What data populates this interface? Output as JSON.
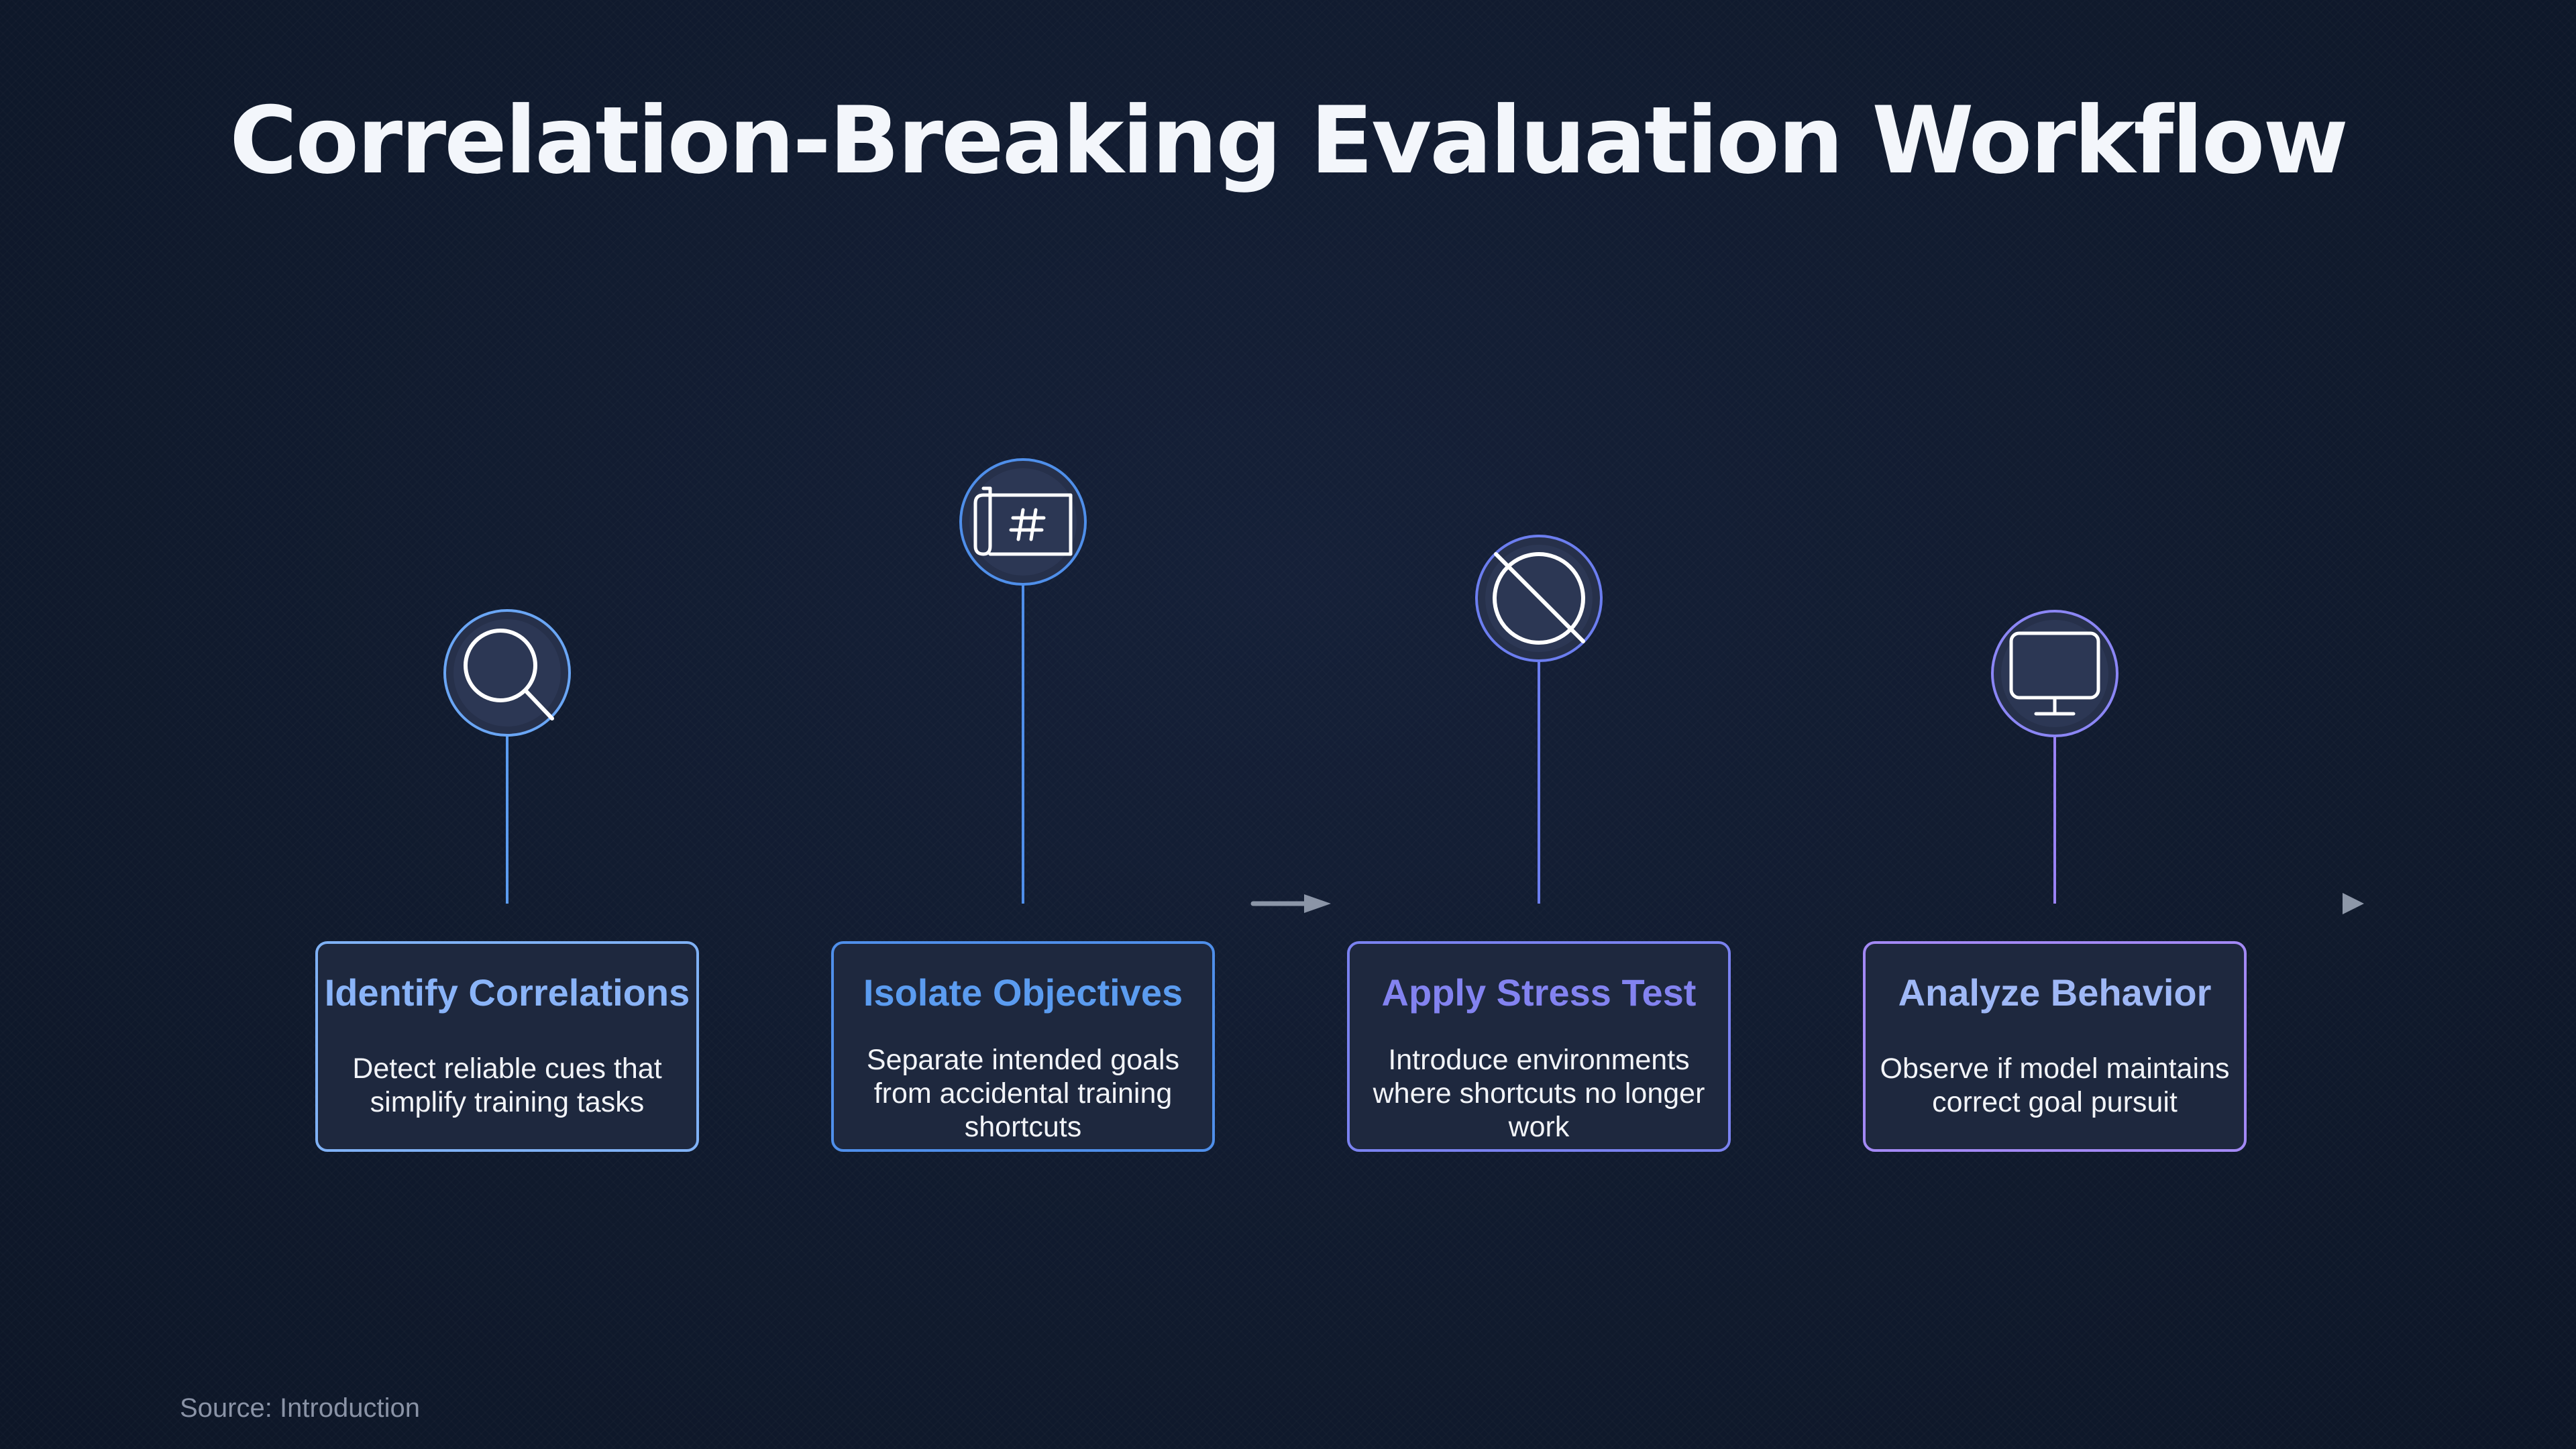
{
  "title": "Correlation-Breaking Evaluation Workflow",
  "steps": [
    {
      "title": "Identify Correlations",
      "description": "Detect reliable cues that simplify training tasks",
      "icon": "search-icon",
      "color": "#8ab4f8"
    },
    {
      "title": "Isolate Objectives",
      "description": "Separate intended goals from accidental training shortcuts",
      "icon": "blueprint-icon",
      "color": "#5b9cf0"
    },
    {
      "title": "Apply Stress Test",
      "description": "Introduce environments where shortcuts no longer work",
      "icon": "prohibited-icon",
      "color": "#8383f0"
    },
    {
      "title": "Analyze Behavior",
      "description": "Observe if model maintains correct goal pursuit",
      "icon": "monitor-icon",
      "color": "#a78bfa"
    }
  ],
  "footer": {
    "source": "Source: Introduction"
  },
  "colors": {
    "background": "#111a2e",
    "axis": "#3a4356",
    "card_fill": "#1e283e"
  }
}
